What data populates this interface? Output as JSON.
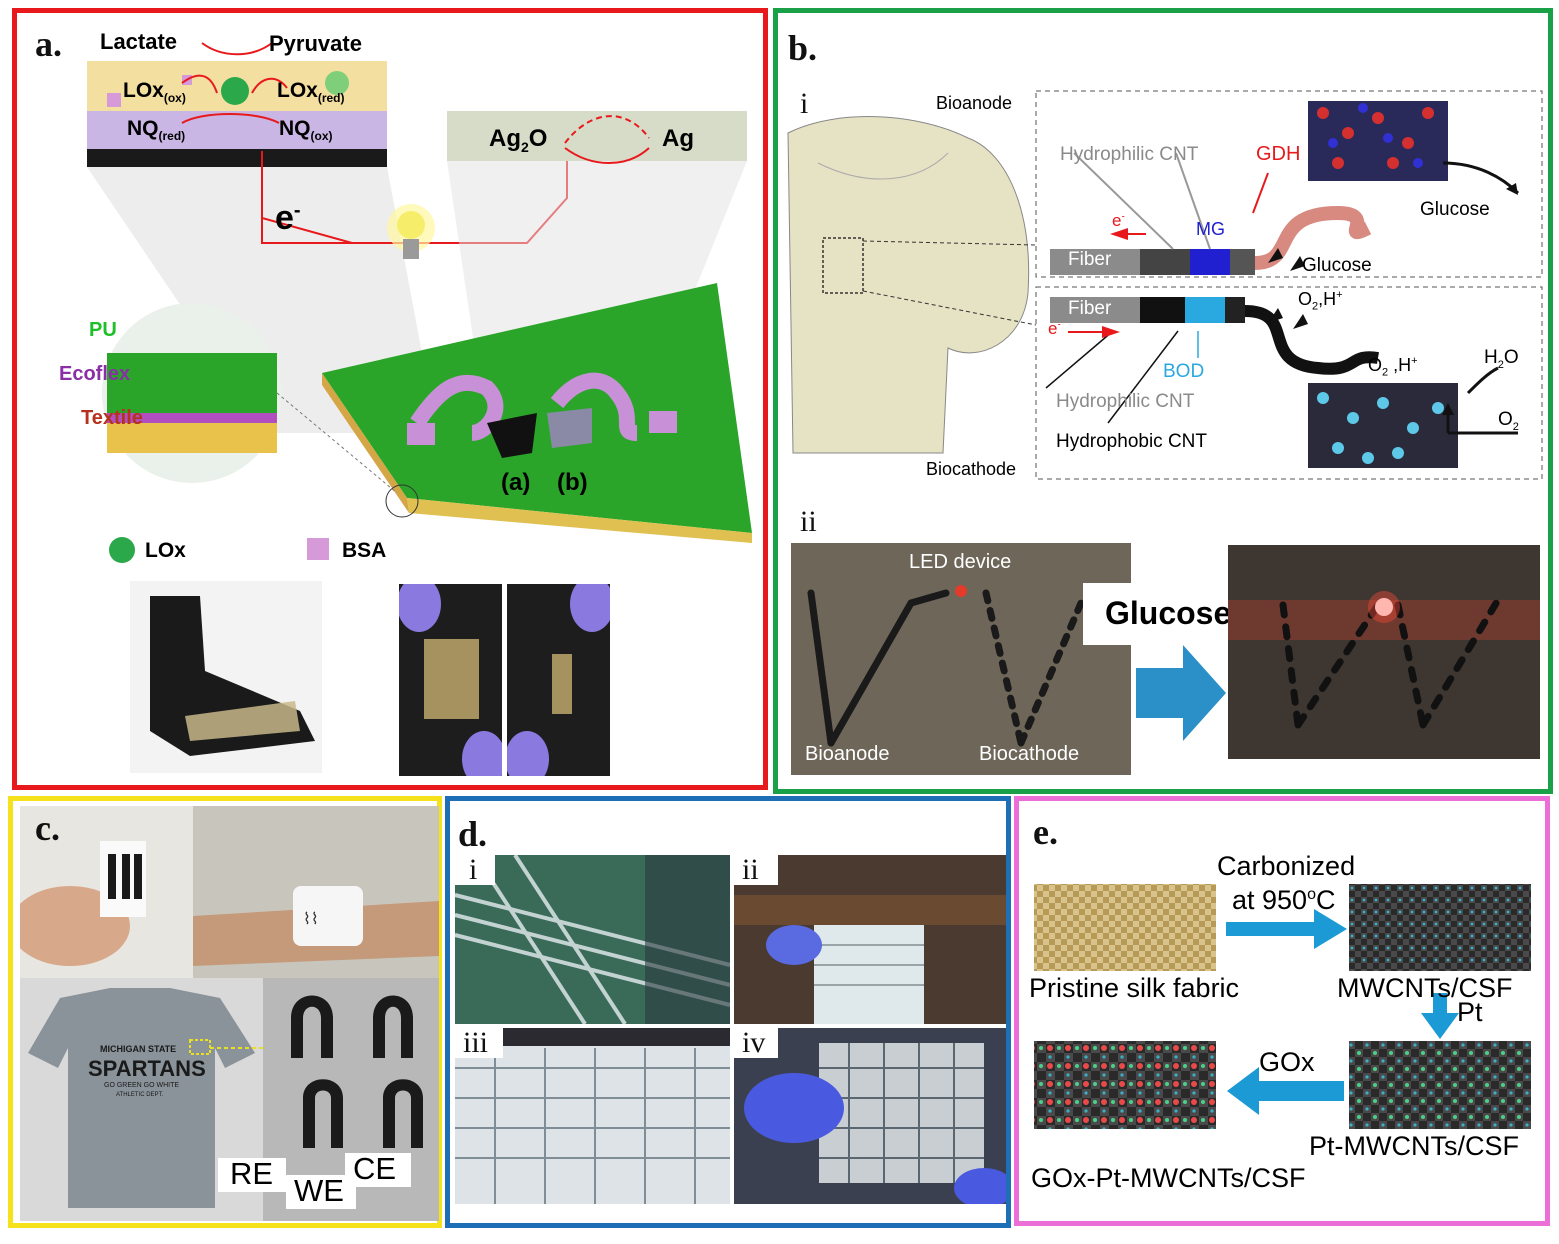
{
  "panels": {
    "a": {
      "label": "a.",
      "lactate": "Lactate",
      "pyruvate": "Pyruvate",
      "lox_ox": "LOx",
      "lox_ox_sub": "(ox)",
      "lox_red": "LOx",
      "lox_red_sub": "(red)",
      "nq_red": "NQ",
      "nq_red_sub": "(red)",
      "nq_ox": "NQ",
      "nq_ox_sub": "(ox)",
      "ag2o": "Ag",
      "ag2o_sub": "2",
      "ag2o_tail": "O",
      "ag": "Ag",
      "electron": "e",
      "electron_sup": "-",
      "layer_pu": "PU",
      "layer_ecoflex": "Ecoflex",
      "layer_textile": "Textile",
      "electrode_a": "(a)",
      "electrode_b": "(b)",
      "legend_lox": "LOx",
      "legend_bsa": "BSA",
      "border_color": "#e8191c"
    },
    "b": {
      "label": "b.",
      "sub_i": "i",
      "sub_ii": "ii",
      "bioanode": "Bioanode",
      "biocathode": "Biocathode",
      "hydrophilic_cnt_top": "Hydrophilic  CNT",
      "gdh": "GDH",
      "mg": "MG",
      "fiber_top": "Fiber",
      "fiber_bottom": "Fiber",
      "glucose_top": "Glucose",
      "glucose_mid": "Glucose",
      "e_top": "e",
      "e_bottom": "e",
      "o2h": "O",
      "o2h_sub": "2",
      "o2h_tail": ",H",
      "bod": "BOD",
      "hydrophilic_cnt_bottom": "Hydrophilic  CNT",
      "hydrophobic_cnt": "Hydrophobic  CNT",
      "o2h_2": "O",
      "o2h_2_sub": "2",
      "o2h_2_tail": " ,H",
      "h2o": "H",
      "h2o_sub": "2",
      "h2o_tail": "O",
      "o2": "O",
      "o2_sub": "2",
      "led_device": "LED device",
      "photo_bioanode": "Bioanode",
      "photo_biocathode": "Biocathode",
      "glucose_box": "Glucose",
      "border_color": "#1aa046"
    },
    "c": {
      "label": "c.",
      "re": "RE",
      "we": "WE",
      "ce": "CE",
      "shirt_line1": "MICHIGAN STATE",
      "shirt_line2": "SPARTANS",
      "shirt_line3": "GO GREEN GO WHITE",
      "shirt_line4": "ATHLETIC DEPT.",
      "border_color": "#f5e21a"
    },
    "d": {
      "label": "d.",
      "sub_i": "i",
      "sub_ii": "ii",
      "sub_iii": "iii",
      "sub_iv": "iv",
      "border_color": "#1f6fb6"
    },
    "e": {
      "label": "e.",
      "carbonized": "Carbonized",
      "at_temp": "at 950",
      "at_temp_sup": "o",
      "at_temp_tail": "C",
      "pristine": "Pristine silk fabric",
      "mwcnts": "MWCNTs/CSF",
      "pt": "Pt",
      "gox": "GOx",
      "pt_mwcnts": "Pt-MWCNTs/CSF",
      "gox_pt": "GOx-Pt-MWCNTs/CSF",
      "arrow_color": "#1b9ad6",
      "border_color": "#ec6fd8"
    }
  }
}
